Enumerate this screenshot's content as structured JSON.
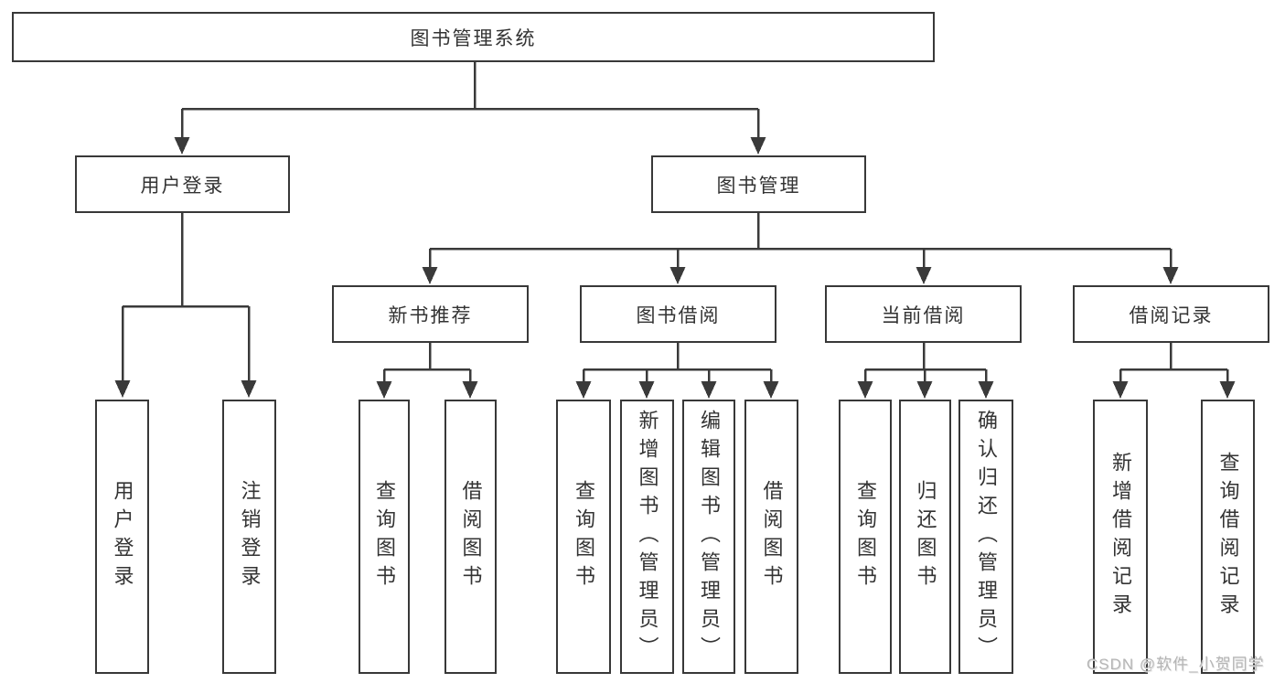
{
  "tree": {
    "label": "图书管理系统",
    "children": [
      {
        "label": "用户登录",
        "children": [
          {
            "label": "用户登录"
          },
          {
            "label": "注销登录"
          }
        ]
      },
      {
        "label": "图书管理",
        "children": [
          {
            "label": "新书推荐",
            "children": [
              {
                "label": "查询图书"
              },
              {
                "label": "借阅图书"
              }
            ]
          },
          {
            "label": "图书借阅",
            "children": [
              {
                "label": "查询图书"
              },
              {
                "label": "新增图书（管理员）"
              },
              {
                "label": "编辑图书（管理员）"
              },
              {
                "label": "借阅图书"
              }
            ]
          },
          {
            "label": "当前借阅",
            "children": [
              {
                "label": "查询图书"
              },
              {
                "label": "归还图书"
              },
              {
                "label": "确认归还（管理员）"
              }
            ]
          },
          {
            "label": "借阅记录",
            "children": [
              {
                "label": "新增借阅记录"
              },
              {
                "label": "查询借阅记录"
              }
            ]
          }
        ]
      }
    ]
  },
  "watermark": "CSDN @软件_小贺同学",
  "colors": {
    "line": "#3a3a3a",
    "box_border": "#383838",
    "text": "#333333",
    "background": "#ffffff",
    "watermark_text": "#b5b5b5"
  }
}
